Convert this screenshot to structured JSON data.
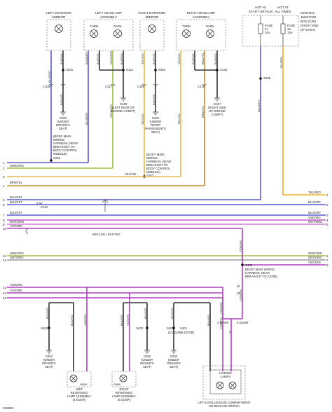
{
  "colors": {
    "blu_gry": "#5a5ad0",
    "grn_org": "#9bbf3a",
    "yel_vio": "#e6b84a",
    "brn_yel": "#c98a2e",
    "yel_red": "#f0b020",
    "vio_grn": "#b040c0",
    "wht_org": "#d07ad8",
    "gry_org": "#9a9a9a",
    "vio_org": "#c058c8",
    "blk_vio": "#333333",
    "ground": "#222222"
  },
  "top": {
    "left_ext_mirror": [
      "LEFT EXTERIOR",
      "MIRROR"
    ],
    "left_headlamp": [
      "LEFT HEADLAMP",
      "ASSEMBLY"
    ],
    "right_ext_mirror": [
      "RIGHT EXTERIOR",
      "MIRROR"
    ],
    "right_headlamp": [
      "RIGHT HEADLAMP",
      "ASSEMBLY"
    ],
    "hot_run": [
      "HOT IN",
      "START OR RUN"
    ],
    "hot_all": [
      "HOT AT",
      "ALL TIMES"
    ],
    "cjb": [
      "CENTRAL",
      "JUNCTION",
      "BOX (CJB)",
      "(RIGHT END",
      "OF DASH)"
    ],
    "turn": "TURN",
    "park": "PARK",
    "fuse21": [
      "FUSE",
      "21",
      "10A"
    ],
    "fuse18": [
      "FUSE",
      "18",
      "10A"
    ]
  },
  "wires": {
    "blu_gry": "BLU/GRY",
    "blk_vio": "BLK/VIO",
    "vio_org": "VIO/ORG",
    "grn_org": "GRN/ORG",
    "gry_org": "GRY/ORG",
    "yel_vio": "YEL/VIO",
    "brn_yel": "BRN/YEL",
    "yel_red": "YEL/RED",
    "wht_org": "WHT/ORG",
    "vio_grn": "VIO/GRN"
  },
  "splices": {
    "s301": "S301",
    "s112": "S112",
    "s303": "S303",
    "s132": "S132",
    "s238": "S238",
    "s403": "S403",
    "s401": "S401",
    "s405": "S405",
    "s255": "S255",
    "s257": "S257"
  },
  "connectors": {
    "c339": "C339",
    "c217": "C217",
    "c340": "C340",
    "c215": "C215",
    "c210": "C210",
    "c4": "4",
    "c48": "48",
    "c45": "45",
    "c3": "3",
    "c1": "1"
  },
  "grounds": {
    "g302": [
      "G302",
      "(UNDER",
      "DRIVER'S",
      "SEAT)"
    ],
    "g105": [
      "G105",
      "(LEFT REAR OF",
      "ENGINE COMPT)"
    ],
    "g301": [
      "G301",
      "(UNDER",
      "FRONT",
      "PASSENGER'S",
      "SEAT)"
    ],
    "g107": [
      "G107",
      "(RIGHT SIDE",
      "OF ENGINE",
      "COMPT)"
    ],
    "g302b": [
      "G302",
      "(UNDER",
      "DRIVER'S",
      "SEAT)"
    ],
    "g302c": [
      "G302",
      "(UNDER",
      "DRIVER'S",
      "SEAT)"
    ],
    "g302d": [
      "G302",
      "(UNDER",
      "DRIVER'S",
      "SEAT)"
    ]
  },
  "notes": {
    "bcm_left": [
      "(BODY MAIN",
      "WIRING",
      "HARNESS, NEAR",
      "BREAKOUT TO",
      "BODY CONTROL",
      "MODULE)",
      "S255"
    ],
    "bcm_right": [
      "(BODY MAIN",
      "WIRING",
      "HARNESS, NEAR",
      "BREAKOUT TO",
      "BODY CONTROL",
      "MODULE)",
      "S257"
    ],
    "led": "W/O LED LIGHTING",
    "s405_note": [
      "(BODY MAIN WIRING",
      "HARNESS, NEAR",
      "BREAKOUT TO C3208)"
    ],
    "door4": "4 DOOR",
    "door5": "5 DOOR",
    "door4b": "4 DOOR",
    "door5b": "5 DOOR",
    "s403_4door": "(4 DOOR)",
    "s401_5door": "(5 DOOR)"
  },
  "bottom": {
    "left_reverse": [
      "LEFT",
      "REVERSING",
      "LAMP ASSEMBLY",
      "(4 DOOR)"
    ],
    "right_reverse": [
      "RIGHT",
      "REVERSING",
      "LAMP ASSEMBLY",
      "(4 DOOR)"
    ],
    "license": [
      "LICENSE",
      "LAMPS"
    ],
    "liftgate": [
      "LIFTGATE/LUGGAGE COMPARTMENT",
      "LID RELEASE SWITCH"
    ],
    "park": "PARK"
  },
  "left_nums": [
    "1",
    "2",
    "3",
    "4",
    "5",
    "6",
    "7",
    "8",
    "9",
    "10",
    "11",
    "12",
    "13",
    "14",
    "15"
  ],
  "right_nums": [
    "1",
    "2",
    "3",
    "4",
    "5",
    "6",
    "7",
    "8",
    "9"
  ],
  "page_id": "492882"
}
